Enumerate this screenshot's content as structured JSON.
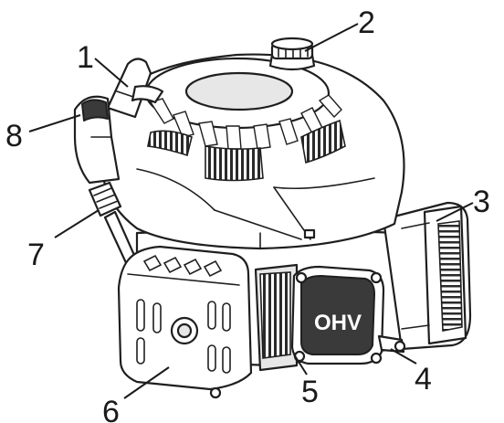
{
  "diagram": {
    "callouts": [
      {
        "id": "1",
        "label": "1"
      },
      {
        "id": "2",
        "label": "2"
      },
      {
        "id": "3",
        "label": "3"
      },
      {
        "id": "4",
        "label": "4"
      },
      {
        "id": "5",
        "label": "5"
      },
      {
        "id": "6",
        "label": "6"
      },
      {
        "id": "7",
        "label": "7"
      },
      {
        "id": "8",
        "label": "8"
      }
    ],
    "valve_cover_text": "OHV"
  }
}
